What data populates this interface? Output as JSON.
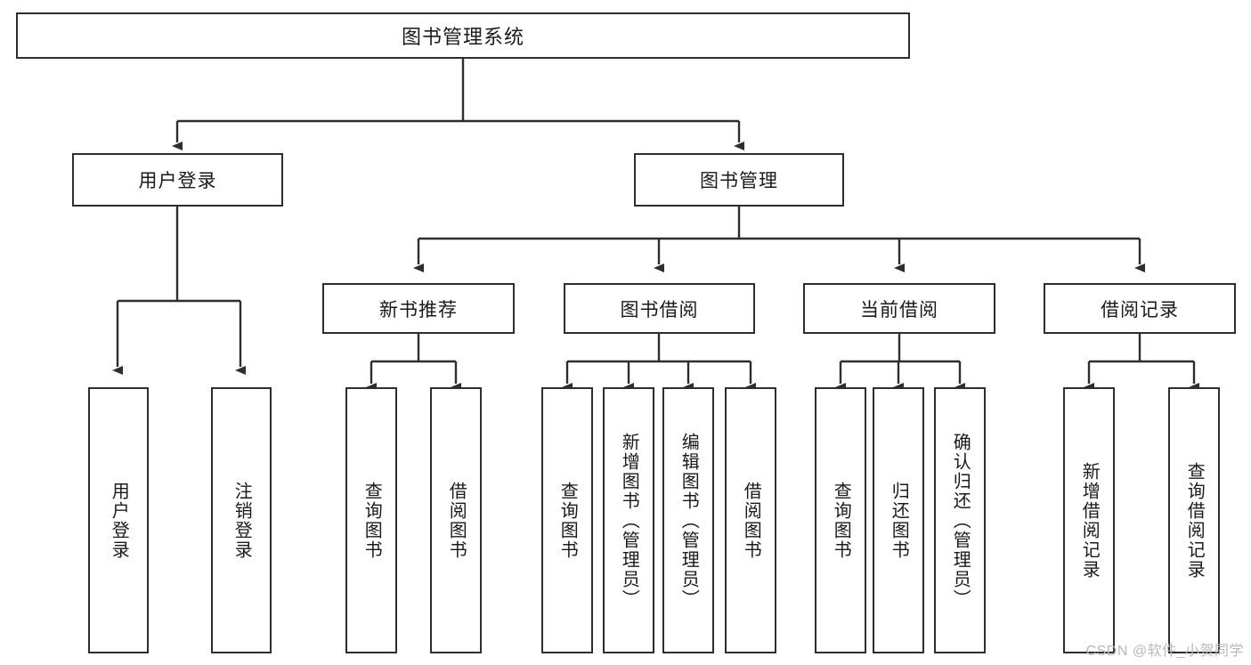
{
  "diagram": {
    "title_text": "图书管理系统",
    "watermark": "CSDN @软件_小贺同学",
    "colors": {
      "box_border": "#2e2e2e",
      "box_fill": "#ffffff",
      "text": "#1a1a1a",
      "connector": "#2e2e2e",
      "watermark": "#b8b8b8",
      "background": "#ffffff"
    },
    "type": "tree-hierarchy",
    "levels": 4
  },
  "nodes": {
    "root": {
      "label": "图书管理系统",
      "orientation": "horizontal"
    },
    "level2": [
      {
        "label": "用户登录",
        "orientation": "horizontal"
      },
      {
        "label": "图书管理",
        "orientation": "horizontal"
      }
    ],
    "level3": [
      {
        "label": "新书推荐",
        "orientation": "horizontal"
      },
      {
        "label": "图书借阅",
        "orientation": "horizontal"
      },
      {
        "label": "当前借阅",
        "orientation": "horizontal"
      },
      {
        "label": "借阅记录",
        "orientation": "horizontal"
      }
    ],
    "leaves_user_login": [
      {
        "label": "用户登录",
        "orientation": "vertical"
      },
      {
        "label": "注销登录",
        "orientation": "vertical"
      }
    ],
    "leaves_new_book": [
      {
        "label": "查询图书",
        "orientation": "vertical"
      },
      {
        "label": "借阅图书",
        "orientation": "vertical"
      }
    ],
    "leaves_borrow": [
      {
        "label": "查询图书",
        "orientation": "vertical"
      },
      {
        "label": "新增图书（管理员）",
        "orientation": "vertical"
      },
      {
        "label": "编辑图书（管理员）",
        "orientation": "vertical"
      },
      {
        "label": "借阅图书",
        "orientation": "vertical"
      }
    ],
    "leaves_current": [
      {
        "label": "查询图书",
        "orientation": "vertical"
      },
      {
        "label": "归还图书",
        "orientation": "vertical"
      },
      {
        "label": "确认归还（管理员）",
        "orientation": "vertical"
      }
    ],
    "leaves_records": [
      {
        "label": "新增借阅记录",
        "orientation": "vertical"
      },
      {
        "label": "查询借阅记录",
        "orientation": "vertical"
      }
    ]
  }
}
